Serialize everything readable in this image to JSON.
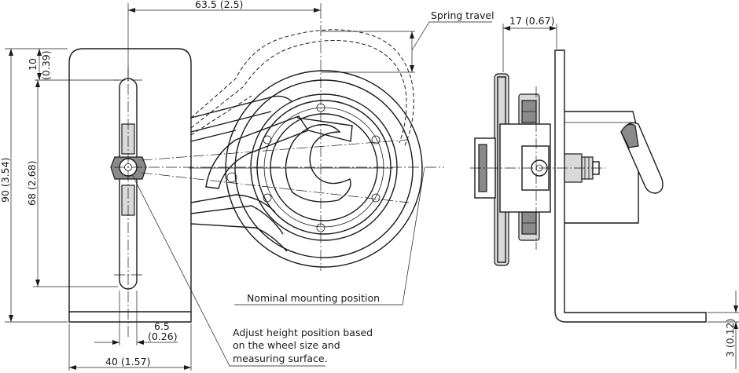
{
  "dimensions": {
    "top_width": "63.5 (2.5)",
    "side_width": "17 (0.67)",
    "total_height": "90 (3.54)",
    "slot_height": "68 (2.68)",
    "top_offset_mm": "10",
    "top_offset_in": "(0.39)",
    "slot_width_mm": "6.5",
    "slot_width_in": "(0.26)",
    "base_width": "40 (1.57)",
    "plate_thickness": "3 (0.12)"
  },
  "labels": {
    "spring_travel": "Spring travel",
    "nominal_mounting": "Nominal mounting position",
    "adjust_line1": "Adjust height position based",
    "adjust_line2": "on the wheel size and",
    "adjust_line3": "measuring surface."
  }
}
